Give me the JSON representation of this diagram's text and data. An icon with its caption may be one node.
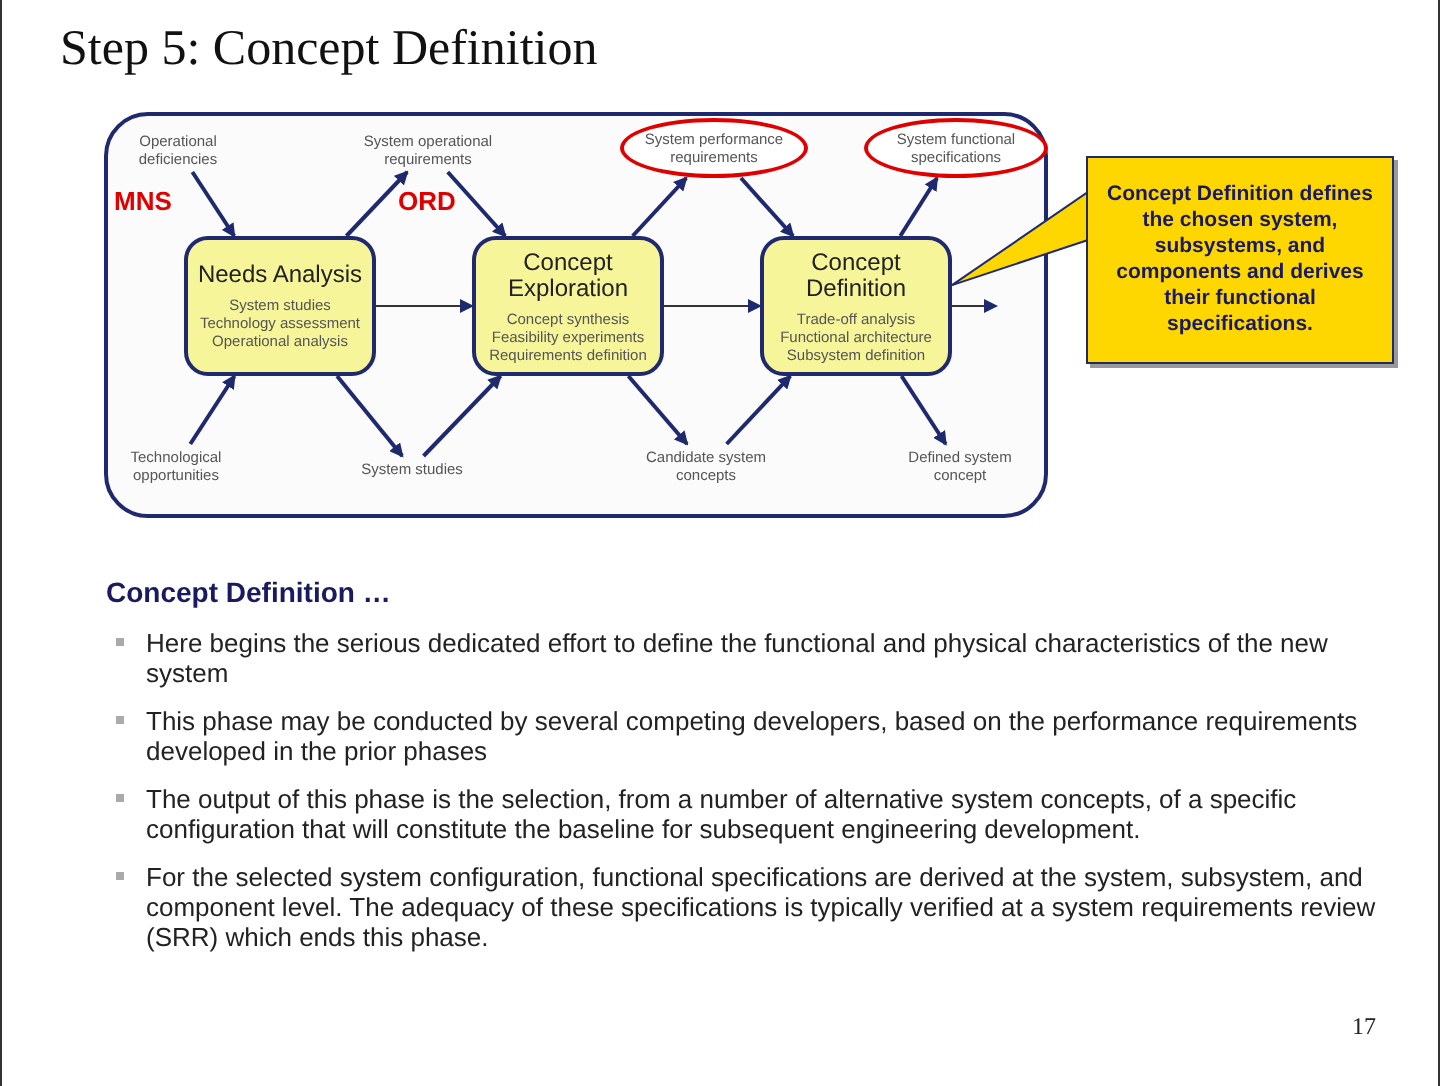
{
  "diagram": {
    "title": "Step 5: Concept Definition",
    "nodes": [
      {
        "text": [
          "Operational deficiencies"
        ]
      },
      {
        "text": [
          "System operational requirements"
        ]
      },
      {
        "text": [
          "System performance requirements"
        ]
      },
      {
        "text": [
          "System functional specifications"
        ]
      },
      {
        "text": [
          "Needs Analysis",
          "System studies",
          "Technology assessment",
          "Operational analysis"
        ]
      },
      {
        "text": [
          "Concept Exploration",
          "Concept synthesis",
          "Feasibility experiments",
          "Requirements definition"
        ]
      },
      {
        "text": [
          "Concept Definition",
          "Trade-off analysis",
          "Functional architecture",
          "Subsystem definition"
        ]
      },
      {
        "text": [
          "Technological opportunities"
        ]
      },
      {
        "text": [
          "System studies"
        ]
      },
      {
        "text": [
          "Candidate system concepts"
        ]
      },
      {
        "text": [
          "Defined system concept"
        ]
      },
      {
        "text": [
          "Concept Definition defines the chosen system, subsystems, and components and derives their functional specifications."
        ]
      }
    ],
    "edges": [
      {
        "from": 0,
        "to": 4,
        "arrow": "to"
      },
      {
        "from": 4,
        "to": 1,
        "arrow": "to"
      },
      {
        "from": 1,
        "to": 5,
        "arrow": "to"
      },
      {
        "from": 5,
        "to": 2,
        "arrow": "to"
      },
      {
        "from": 2,
        "to": 6,
        "arrow": "to"
      },
      {
        "from": 6,
        "to": 3,
        "arrow": "to"
      },
      {
        "from": 7,
        "to": 4,
        "arrow": "to"
      },
      {
        "from": 4,
        "to": 8,
        "arrow": "to"
      },
      {
        "from": 8,
        "to": 5,
        "arrow": "to"
      },
      {
        "from": 5,
        "to": 9,
        "arrow": "to"
      },
      {
        "from": 9,
        "to": 6,
        "arrow": "to"
      },
      {
        "from": 6,
        "to": 10,
        "arrow": "to"
      },
      {
        "from": 4,
        "to": 5,
        "arrow": "to"
      },
      {
        "from": 5,
        "to": 6,
        "arrow": "to"
      },
      {
        "from": 6,
        "to": null,
        "arrow": "to"
      },
      {
        "from": 11,
        "to": 6,
        "arrow": "none"
      }
    ],
    "labels": [
      "MNS",
      "ORD",
      "Concept Definition …",
      "Here begins the serious dedicated effort to define the functional and physical characteristics of the new system",
      "This phase may be conducted by several competing developers, based on the performance requirements developed in the prior phases",
      "The output of this phase is the selection, from a number of alternative system concepts, of a specific configuration that will constitute the baseline for subsequent engineering development.",
      "For the selected system configuration, functional specifications are derived at the system, subsystem, and component level. The adequacy of these specifications is typically verified at a system requirements review (SRR) which ends this phase.",
      "17"
    ]
  }
}
